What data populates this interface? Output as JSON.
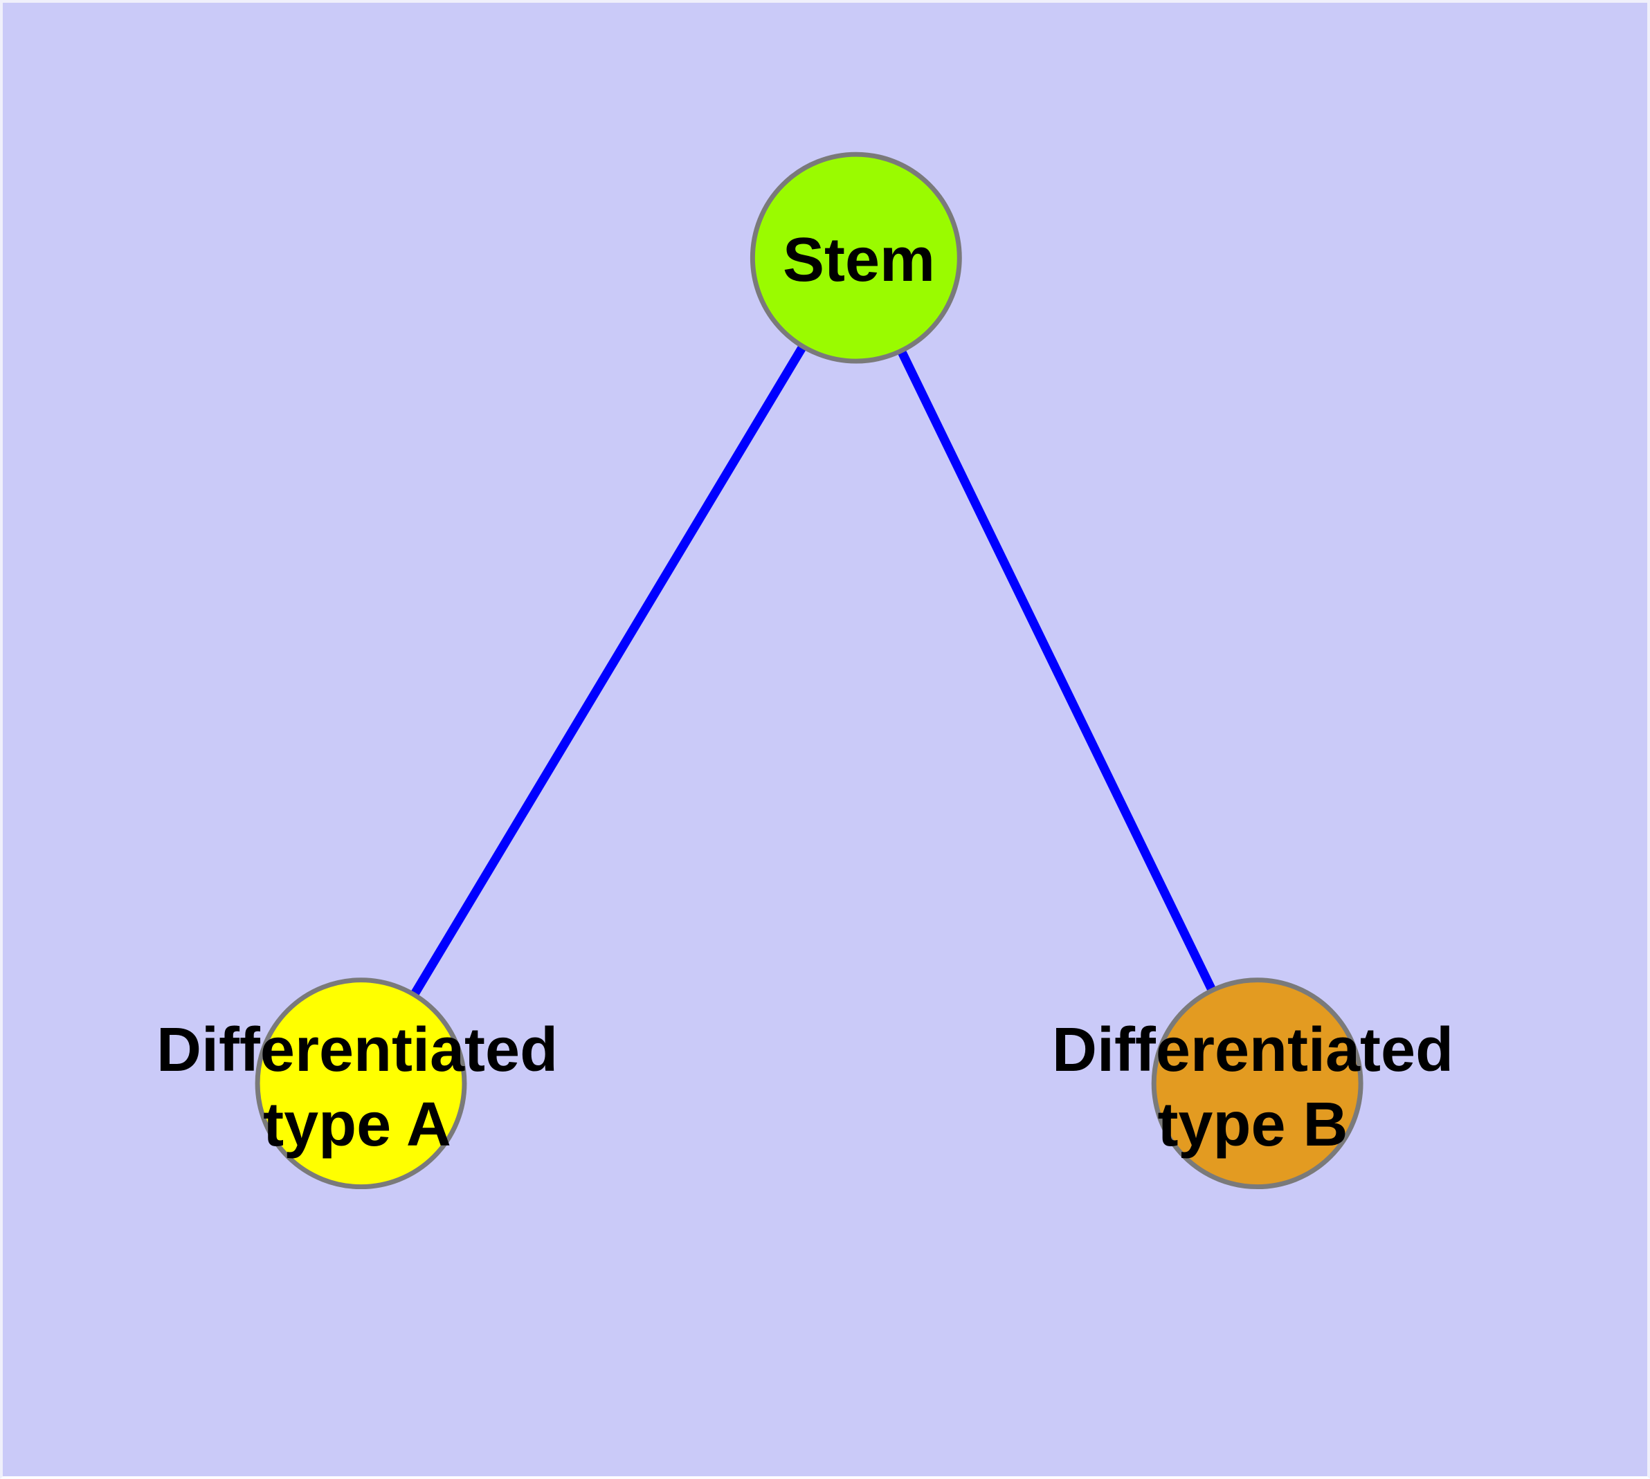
{
  "graph": {
    "background_color": "#CACAF8",
    "node_border_color": "#7A7A7A",
    "edges": {
      "color": "#0000FF",
      "list": [
        {
          "from": "stem",
          "to": "type_a"
        },
        {
          "from": "stem",
          "to": "type_b"
        }
      ]
    },
    "nodes": {
      "stem": {
        "label": "Stem",
        "color": "#9AFB00"
      },
      "type_a": {
        "label": "Differentiated\ntype A",
        "color": "#FFFF00"
      },
      "type_b": {
        "label": "Differentiated\ntype B",
        "color": "#E39B21"
      }
    }
  }
}
